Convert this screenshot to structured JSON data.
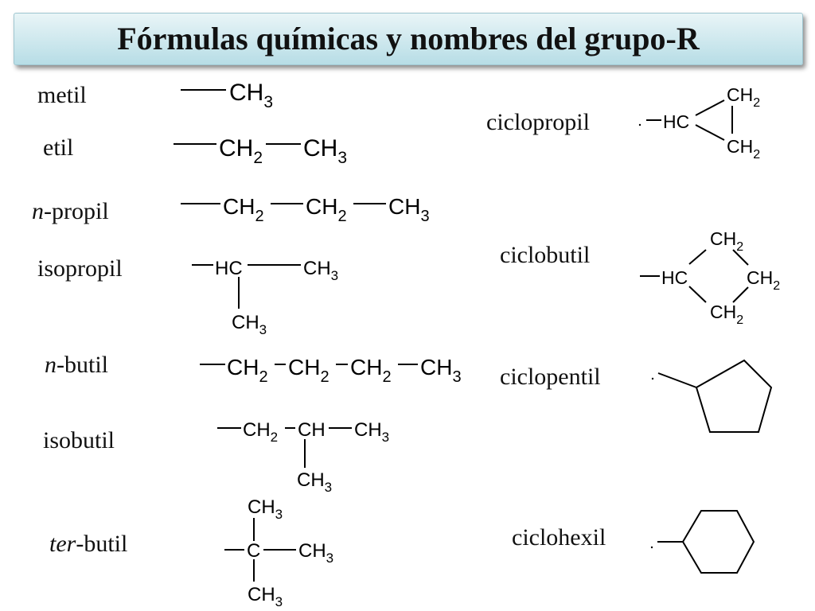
{
  "title": "Fórmulas químicas y nombres del grupo-R",
  "names": {
    "metil": "metil",
    "etil": "etil",
    "n_propil_prefix": "n",
    "n_propil_suffix": "-propil",
    "isopropil": "isopropil",
    "n_butil_prefix": "n",
    "n_butil_suffix": "-butil",
    "isobutil": "isobutil",
    "ter_butil_prefix": "ter",
    "ter_butil_suffix": "-butil",
    "ciclopropil": "ciclopropil",
    "ciclobutil": "ciclobutil",
    "ciclopentil": "ciclopentil",
    "ciclohexil": "ciclohexil"
  },
  "atoms": {
    "CH": "CH",
    "HC": "HC",
    "C": "C",
    "sub2": "2",
    "sub3": "3"
  }
}
